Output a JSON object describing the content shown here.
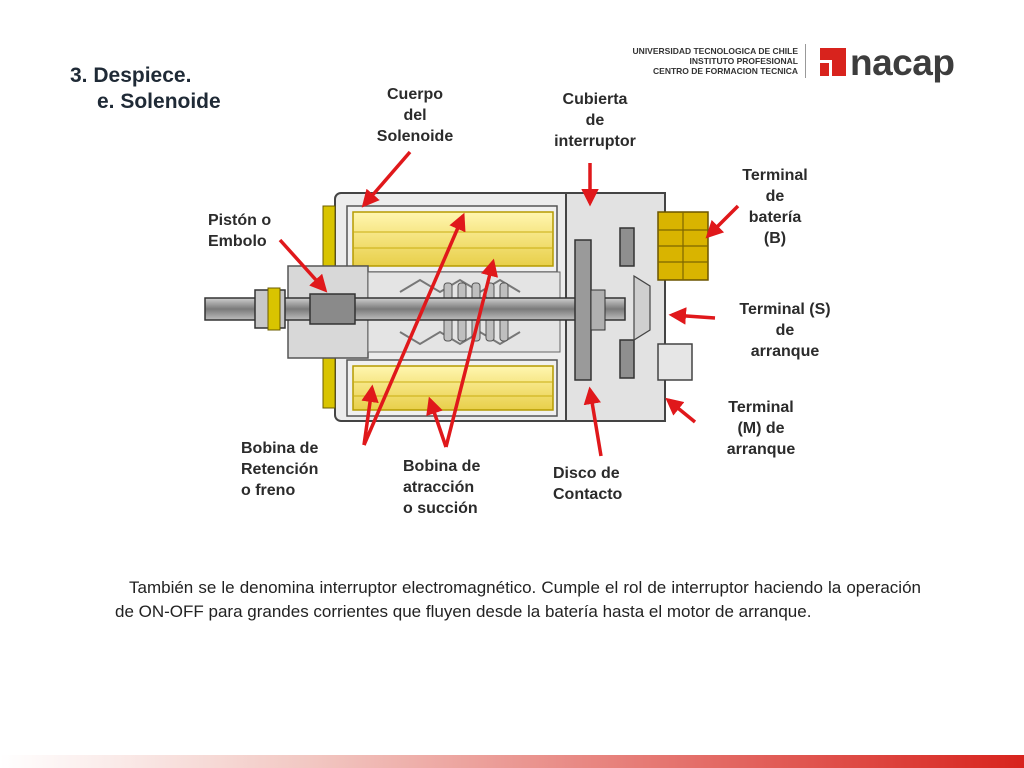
{
  "header": {
    "title_line1": "3. Despiece.",
    "title_line2": "e. Solenoide"
  },
  "logo": {
    "line1": "UNIVERSIDAD TECNOLOGICA DE CHILE",
    "line2": "INSTITUTO PROFESIONAL",
    "line3": "CENTRO DE FORMACION TECNICA",
    "brand": "nacap",
    "brand_color": "#d8231d"
  },
  "labels": {
    "cuerpo": [
      "Cuerpo",
      "del",
      "Solenoide"
    ],
    "cubierta": [
      "Cubierta",
      "de",
      "interruptor"
    ],
    "terminal_b": [
      "Terminal",
      "de",
      "batería",
      "(B)"
    ],
    "piston": [
      "Pistón o",
      "Embolo"
    ],
    "terminal_s": [
      "Terminal (S)",
      "de",
      "arranque"
    ],
    "terminal_m": [
      "Terminal",
      "(M) de",
      "arranque"
    ],
    "bobina_retencion": [
      "Bobina de",
      "Retención",
      "o freno"
    ],
    "bobina_atraccion": [
      "Bobina de",
      "atracción",
      "o succión"
    ],
    "disco": [
      "Disco de",
      "Contacto"
    ]
  },
  "description": "También se le denomina interruptor electromagnético. Cumple el rol de interruptor haciendo la operación de ON-OFF para grandes corrientes que fluyen desde la batería hasta el motor de arranque.",
  "colors": {
    "arrow": "#e0181b",
    "coil": "#f4e27a",
    "coil_dark": "#d9b800",
    "body": "#e6e6e6"
  }
}
